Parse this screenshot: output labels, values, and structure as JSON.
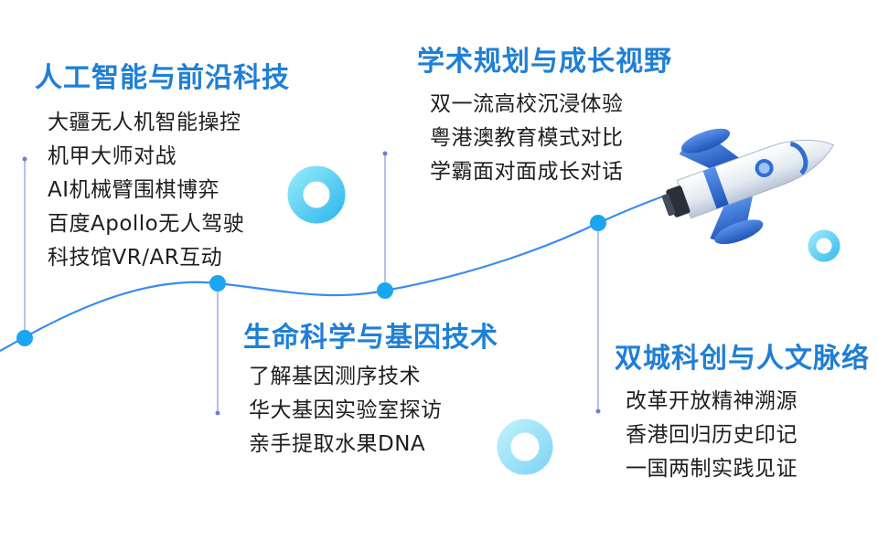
{
  "sections": {
    "ai": {
      "title": "人工智能与前沿科技",
      "items": [
        "大疆无人机智能操控",
        "机甲大师对战",
        "AI机械臂围棋博弈",
        "百度Apollo无人驾驶",
        "科技馆VR/AR互动"
      ]
    },
    "plan": {
      "title": "学术规划与成长视野",
      "items": [
        "双一流高校沉浸体验",
        "粤港澳教育模式对比",
        "学霸面对面成长对话"
      ]
    },
    "bio": {
      "title": "生命科学与基因技术",
      "items": [
        "了解基因测序技术",
        "华大基因实验室探访",
        "亲手提取水果DNA"
      ]
    },
    "city": {
      "title": "双城科创与人文脉络",
      "items": [
        "改革开放精神溯源",
        "香港回归历史印记",
        "一国两制实践见证"
      ]
    }
  },
  "colors": {
    "title": "#1f7fd6",
    "line": "#3a8bf0",
    "dot": "#1aa6f0",
    "connector": "#8a96d8",
    "text": "#1e1e1e",
    "rocket_body": "#e8eef6",
    "rocket_accent": "#2f6ed0"
  },
  "icons": [
    "rocket-icon"
  ]
}
